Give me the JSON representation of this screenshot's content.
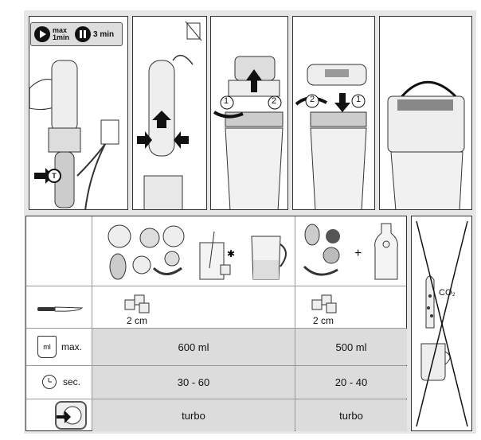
{
  "badge": {
    "max_line1": "max",
    "max_line2": "1min",
    "pause_time": "3 min"
  },
  "steps": {
    "step1_button": "T",
    "step3_labels": [
      "1",
      "2"
    ],
    "step4_labels": [
      "2",
      "1"
    ]
  },
  "table": {
    "rows": [
      {
        "key": "cut",
        "icon": "knife-icon",
        "col1": "2 cm",
        "col2": "2 cm"
      },
      {
        "key": "max",
        "icon": "cup-icon",
        "icon_text": "ml",
        "label": "max.",
        "col1": "600 ml",
        "col2": "500 ml"
      },
      {
        "key": "time",
        "icon": "clock-icon",
        "label": "sec.",
        "col1": "30 - 60",
        "col2": "20 - 40"
      },
      {
        "key": "speed",
        "icon": "turbo-button-icon",
        "col1": "turbo",
        "col2": "turbo"
      }
    ],
    "plus": "+"
  },
  "side": {
    "co2": "CO₂"
  }
}
